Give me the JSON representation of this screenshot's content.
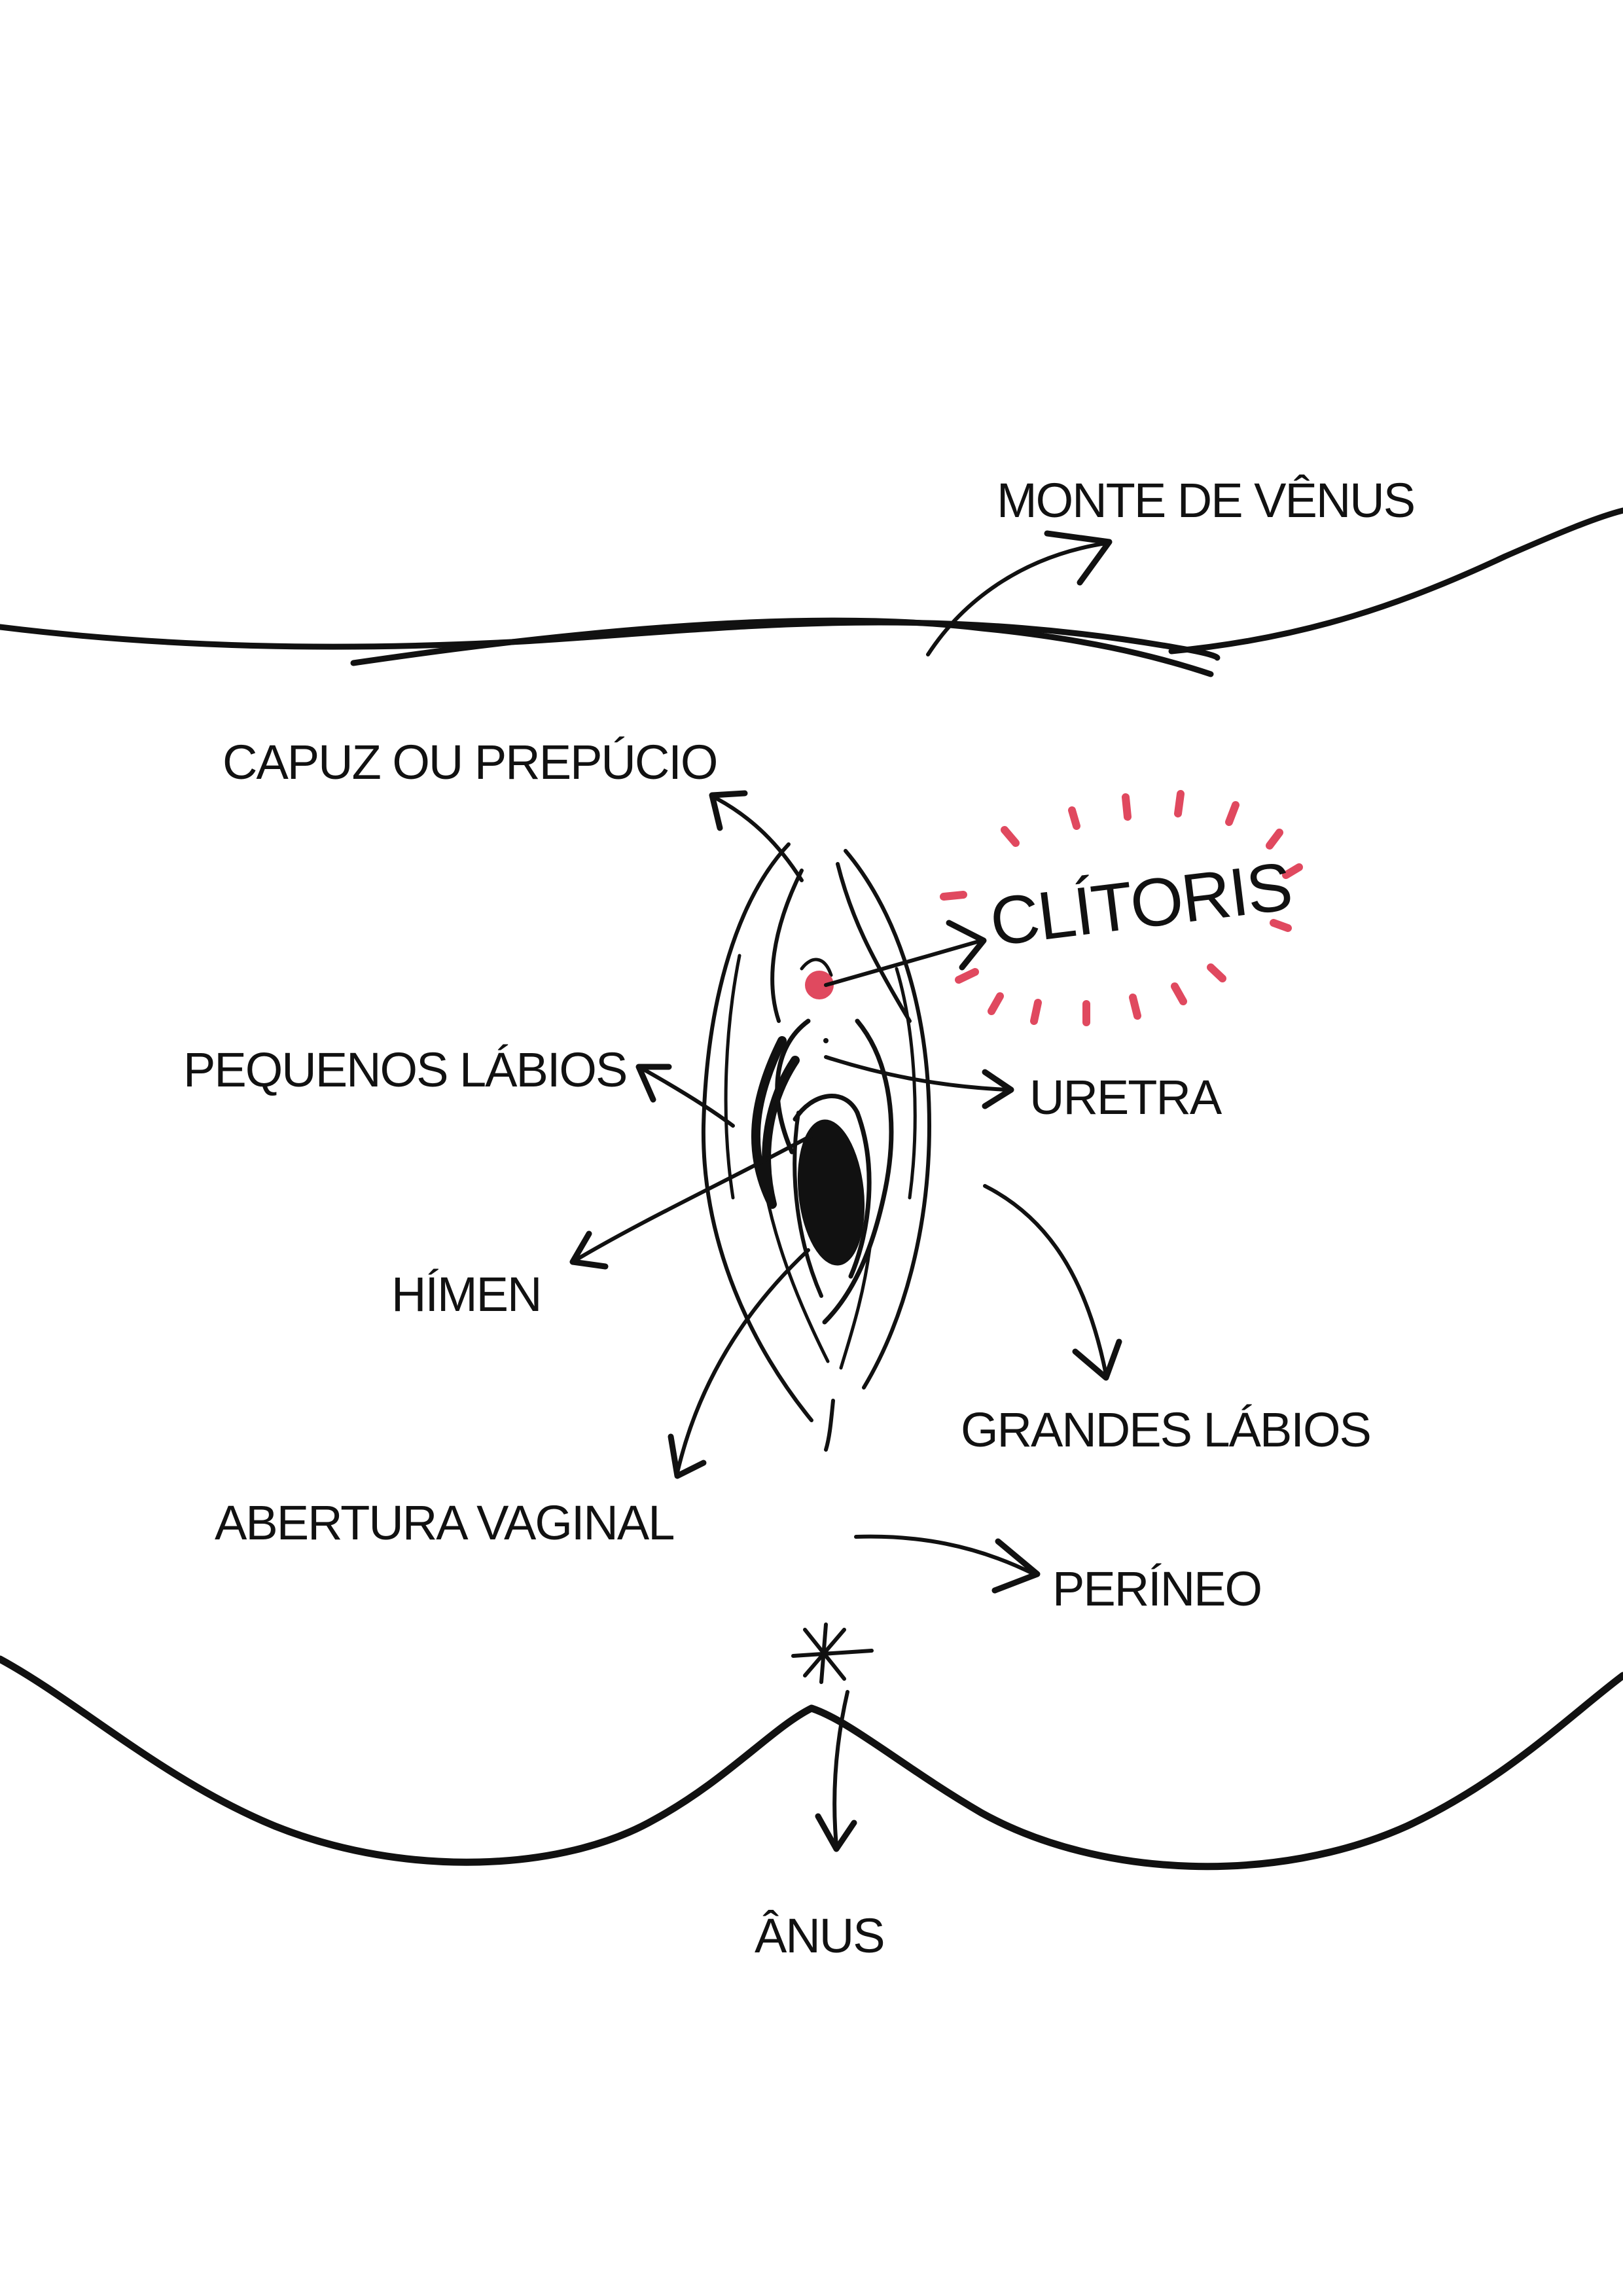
{
  "labels": {
    "monte_de_venus": "MONTE DE VÊNUS",
    "capuz_ou_prepucio": "CAPUZ OU PREPÚCIO",
    "clitoris": "CLÍTORIS",
    "pequenos_labios": "PEQUENOS LÁBIOS",
    "uretra": "URETRA",
    "himen": "HÍMEN",
    "grandes_labios": "GRANDES LÁBIOS",
    "abertura_vaginal": "ABERTURA VAGINAL",
    "perineo": "PERÍNEO",
    "anus": "ÂNUS"
  },
  "colors": {
    "ink": "#111111",
    "accent": "#e0495f",
    "background": "#ffffff"
  }
}
